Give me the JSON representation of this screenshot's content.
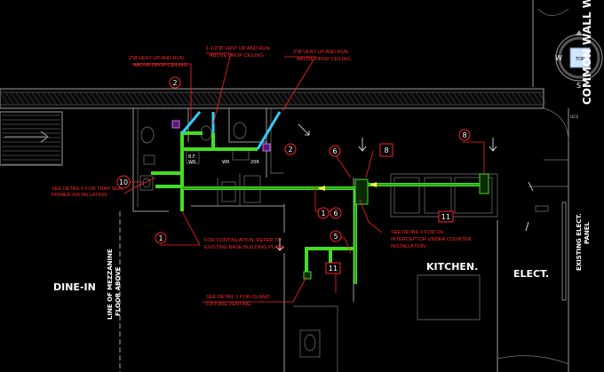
{
  "notes": {
    "vent_left": [
      "2\"Ø VENT UP AND RUN",
      "ABOVE DROP CEILING"
    ],
    "vent_mid": [
      "1-1/2\"Ø VENT UP AND RUN",
      "ABOVE DROP CEILING"
    ],
    "vent_right": [
      "2\"Ø VENT UP AND RUN",
      "ABOVE DROP CEILING"
    ],
    "trap_seal": [
      "SEE DETAIL 5 FOR TRAP SEAL",
      "PRIMER INSTALLATION"
    ],
    "continuation": [
      "FOR CONTINUATION, REFER TO",
      "EXISTING BASE BUILDING PLANS"
    ],
    "interceptor": [
      "SEE DETAIL 2 FOR OIL",
      "INTERCEPTOR UNDER COUNTER",
      "INSTALLATION"
    ],
    "island": [
      "SEE DETAIL 1 FOR ISLAND",
      "FIXTURE VENTING"
    ]
  },
  "rooms": {
    "dine_in": "DINE-IN",
    "kitchen": "KITCHEN.",
    "elect": "ELECT.",
    "mezzanine": [
      "LINE OF MEZZANINE",
      "FLOOR ABOVE"
    ],
    "existing_panel": [
      "EXISTING ELECT.",
      "PANEL"
    ],
    "commons_wall": "COMMON WALL W"
  },
  "bubbles": {
    "b2a": "2",
    "b2b": "2",
    "b10": "10",
    "b1": "1",
    "b6a": "6",
    "b8a": "8",
    "b8b": "8",
    "b1b": "1",
    "b6b": "6",
    "b5": "5",
    "b11a": "11",
    "b11b": "11"
  },
  "tags": {
    "bfwr": [
      "B.F.",
      "WR"
    ],
    "wr": "WR",
    "t20r": "20R"
  },
  "compass": {
    "top": "TOP",
    "west": "W",
    "south": "S",
    "ucs": "UCS"
  }
}
